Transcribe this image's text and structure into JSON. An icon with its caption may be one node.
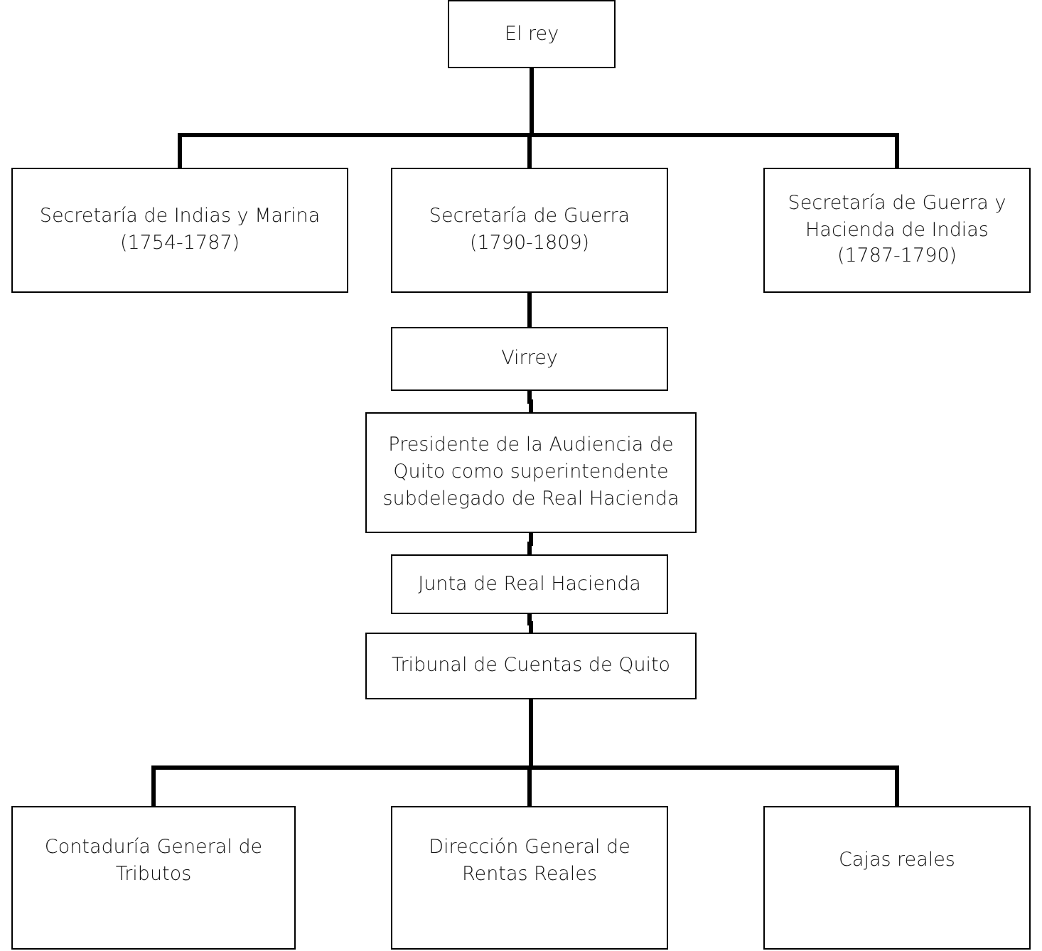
{
  "diagram": {
    "nodes": [
      {
        "text": [
          "El rey"
        ]
      },
      {
        "text": [
          "Secretaría de Indias y Marina (1754-1787)"
        ]
      },
      {
        "text": [
          "Secretaría de Guerra (1790-1809)"
        ]
      },
      {
        "text": [
          "Secretaría de Guerra y Hacienda de Indias (1787-1790)"
        ]
      },
      {
        "text": [
          "Virrey"
        ]
      },
      {
        "text": [
          "Presidente de la Audiencia de Quito como superintendente subdelegado de Real Hacienda"
        ]
      },
      {
        "text": [
          "Junta de Real Hacienda"
        ]
      },
      {
        "text": [
          "Tribunal de Cuentas de Quito"
        ]
      },
      {
        "text": [
          "Contaduría General de Tributos"
        ]
      },
      {
        "text": [
          "Dirección General de Rentas Reales"
        ]
      },
      {
        "text": [
          "Cajas reales"
        ]
      }
    ],
    "edges": [
      {
        "from": 0,
        "to": 1,
        "arrow": "none"
      },
      {
        "from": 0,
        "to": 2,
        "arrow": "none"
      },
      {
        "from": 0,
        "to": 3,
        "arrow": "none"
      },
      {
        "from": 2,
        "to": 4,
        "arrow": "none"
      },
      {
        "from": 4,
        "to": 5,
        "arrow": "none"
      },
      {
        "from": 5,
        "to": 6,
        "arrow": "none"
      },
      {
        "from": 6,
        "to": 7,
        "arrow": "none"
      },
      {
        "from": 7,
        "to": 8,
        "arrow": "none"
      },
      {
        "from": 7,
        "to": 9,
        "arrow": "none"
      },
      {
        "from": 7,
        "to": 10,
        "arrow": "none"
      }
    ]
  }
}
